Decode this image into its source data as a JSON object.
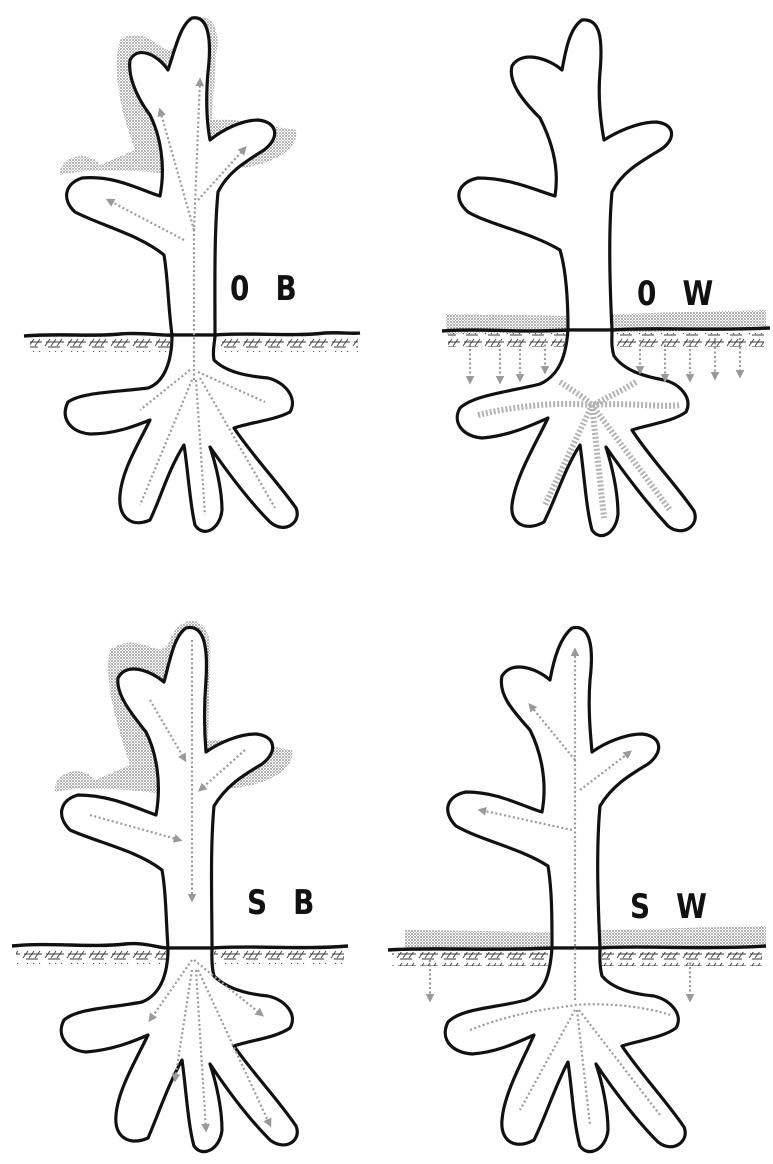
{
  "panels": [
    {
      "label": "0 B",
      "dust": "top",
      "flow": "up"
    },
    {
      "label": "0 W",
      "dust": "ground",
      "flow": "down"
    },
    {
      "label": "S B",
      "dust": "top",
      "flow": "down"
    },
    {
      "label": "S W",
      "dust": "ground",
      "flow": "up"
    }
  ],
  "colors": {
    "outline": "#111111",
    "stipple": "#8a8a8a",
    "background": "#ffffff"
  }
}
